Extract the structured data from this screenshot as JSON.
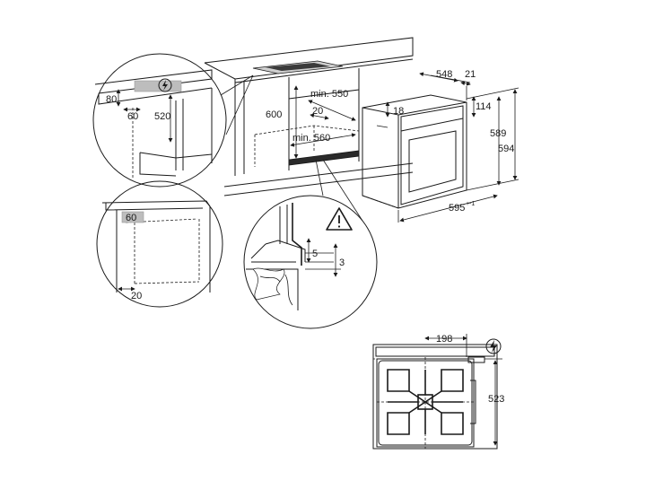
{
  "dimensions": {
    "oven_depth": "548",
    "front_panel": "21",
    "top_offset": "114",
    "height_body": "589",
    "height_total": "594",
    "width": "595",
    "width_tolerance": "+-1",
    "niche_top_clearance": "18",
    "niche_min_depth": "min. 550",
    "niche_min_width": "min. 560",
    "niche_height": "600",
    "niche_back": "20",
    "detail_top_80": "80",
    "detail_top_60": "60",
    "detail_top_520": "520",
    "detail_side_60": "60",
    "detail_side_20": "20",
    "gap_5": "5",
    "gap_3": "3",
    "top_view_198": "198",
    "top_view_523": "523"
  },
  "icons": {
    "electric": "electric-connection-icon",
    "warning": "warning-icon"
  }
}
